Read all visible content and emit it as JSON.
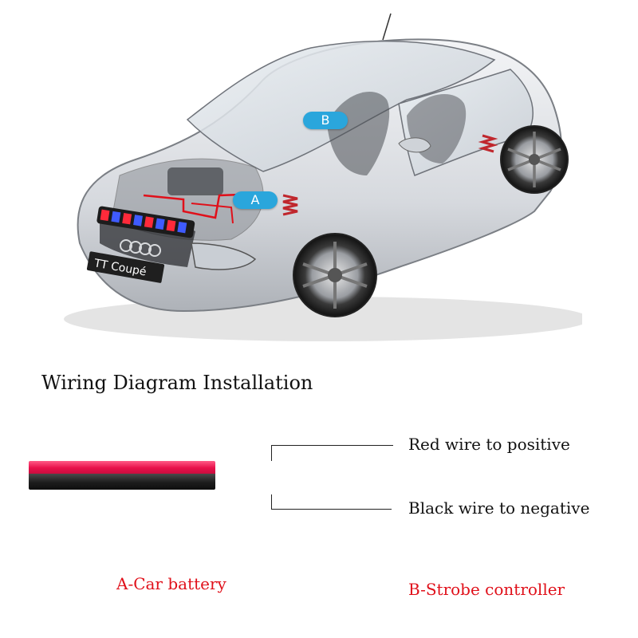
{
  "car": {
    "plate": "TT Coupé",
    "badge_a": "A",
    "badge_b": "B"
  },
  "title": "Wiring Diagram Installation",
  "wires": {
    "red_label": "Red wire to positive",
    "black_label": "Black wire to negative"
  },
  "legend": {
    "a": "A-Car battery",
    "b": "B-Strobe controller"
  },
  "colors": {
    "badge": "#2aa6dc",
    "legend_text": "#e0101a",
    "red_wire": "#e8104a",
    "black_wire": "#1d1d1d"
  },
  "icons": {
    "car": "car-xray-illustration",
    "led_bar": "strobe-led-bar-icon"
  }
}
